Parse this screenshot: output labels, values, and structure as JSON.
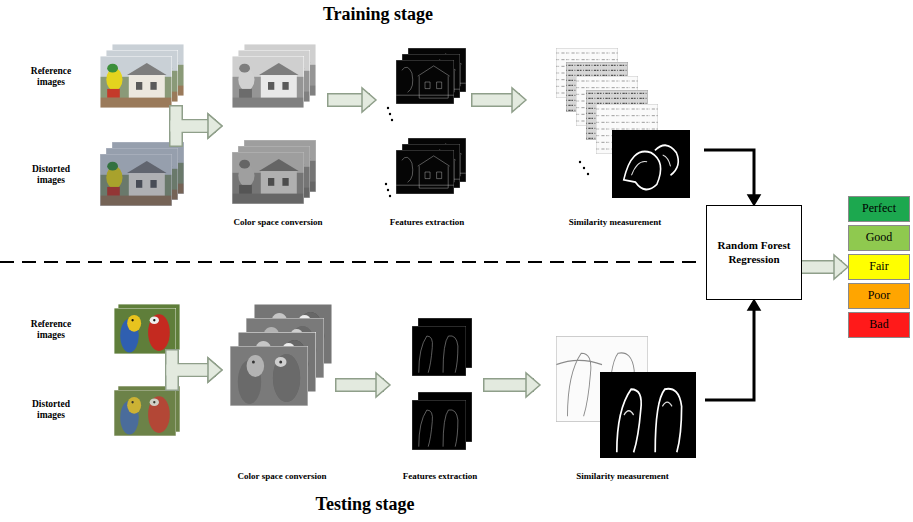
{
  "diagram": {
    "title": "Training stage",
    "nodes": [
      {
        "text": [
          "Reference images"
        ]
      },
      {
        "text": [
          "Distorted images"
        ]
      },
      {
        "text": [
          "Color space conversion"
        ]
      },
      {
        "text": [
          "Features extraction"
        ]
      },
      {
        "text": [
          "Similarity measurement"
        ]
      },
      {
        "text": [
          "Random Forest Regression"
        ]
      },
      {
        "text": [
          "Reference images"
        ]
      },
      {
        "text": [
          "Distorted images"
        ]
      },
      {
        "text": [
          "Color space conversion"
        ]
      },
      {
        "text": [
          "Features extraction"
        ]
      },
      {
        "text": [
          "Similarity measurement"
        ]
      },
      {
        "text": [
          "Perfect"
        ]
      },
      {
        "text": [
          "Good"
        ]
      },
      {
        "text": [
          "Fair"
        ]
      },
      {
        "text": [
          "Poor"
        ]
      },
      {
        "text": [
          "Bad"
        ]
      }
    ],
    "edges": [
      {
        "from": 0,
        "to": 2,
        "arrow": "to"
      },
      {
        "from": 1,
        "to": 2,
        "arrow": "to"
      },
      {
        "from": 2,
        "to": 3,
        "arrow": "to"
      },
      {
        "from": 3,
        "to": 4,
        "arrow": "to"
      },
      {
        "from": 4,
        "to": 5,
        "arrow": "to"
      },
      {
        "from": 6,
        "to": 8,
        "arrow": "to"
      },
      {
        "from": 7,
        "to": 8,
        "arrow": "to"
      },
      {
        "from": 8,
        "to": 9,
        "arrow": "to"
      },
      {
        "from": 9,
        "to": 10,
        "arrow": "to"
      },
      {
        "from": 10,
        "to": 5,
        "arrow": "to"
      },
      {
        "from": 5,
        "to": 13,
        "arrow": "to"
      }
    ],
    "labels": [
      "Testing stage"
    ]
  }
}
